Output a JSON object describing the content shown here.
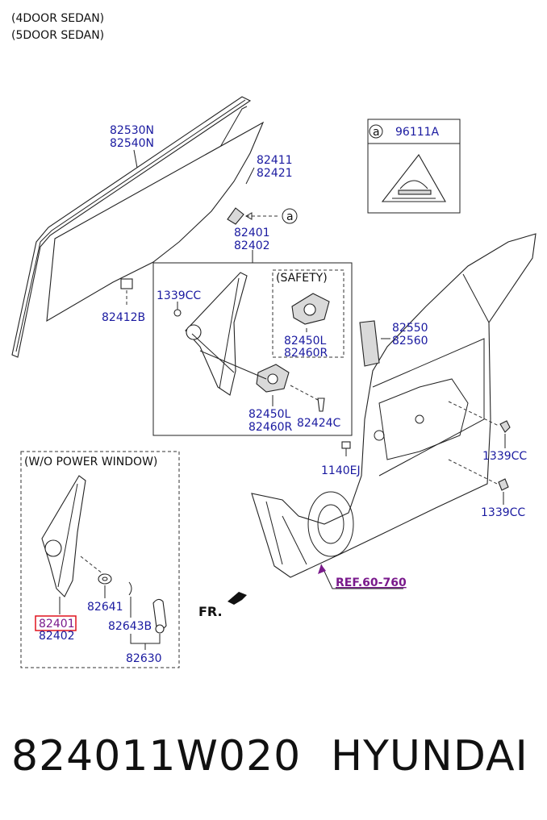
{
  "notes": {
    "variant_1": "(4DOOR SEDAN)",
    "variant_2": "(5DOOR SEDAN)",
    "box_safety": "(SAFETY)",
    "box_wo_power": "(W/O POWER WINDOW)",
    "forward": "FR."
  },
  "labels": {
    "p82530N": "82530N",
    "p82540N": "82540N",
    "p82411": "82411",
    "p82421": "82421",
    "p96111A": "96111A",
    "ref_a": "a",
    "ref_a2": "a",
    "p82401_top": "82401",
    "p82402_top": "82402",
    "p1339CC_a": "1339CC",
    "p82412B": "82412B",
    "p82450L_a": "82450L",
    "p82460R_a": "82460R",
    "p82450L_b": "82450L",
    "p82460R_b": "82460R",
    "p82424C": "82424C",
    "p1140EJ": "1140EJ",
    "p82550": "82550",
    "p82560": "82560",
    "p1339CC_b": "1339CC",
    "p1339CC_c": "1339CC",
    "ref_door": "REF.60-760",
    "p82641": "82641",
    "p82401_hl": "82401",
    "p82402_bot": "82402",
    "p82643B": "82643B",
    "p82630": "82630"
  },
  "footer": {
    "part_number": "824011W020",
    "brand": "HYUNDAI"
  },
  "colors": {
    "label": "#1a1aa0",
    "highlight": "#e0141e",
    "ref_link": "#7a1a8c"
  }
}
